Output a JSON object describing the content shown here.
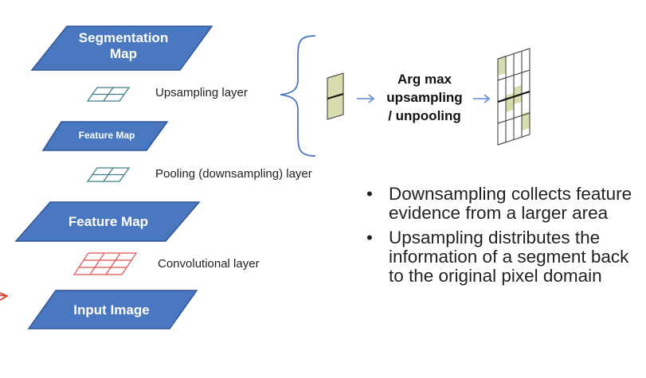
{
  "diagram": {
    "blocks": [
      {
        "id": "segmentation-map",
        "label": "Segmentation Map"
      },
      {
        "id": "feature-map-small",
        "label": "Feature Map"
      },
      {
        "id": "feature-map-large",
        "label": "Feature Map"
      },
      {
        "id": "input-image",
        "label": "Input Image"
      }
    ],
    "layers": [
      {
        "id": "upsampling",
        "label": "Upsampling layer"
      },
      {
        "id": "pooling",
        "label": "Pooling (downsampling) layer"
      },
      {
        "id": "convolutional",
        "label": "Convolutional layer"
      }
    ],
    "argmax_lines": [
      "Arg max",
      "upsampling",
      "/ unpooling"
    ],
    "colors": {
      "block_fill": "#4a78c0",
      "block_stroke": "#2f5597",
      "grid_teal": "#3f7f8a",
      "grid_red": "#e05050",
      "cell_green": "#d9dcae",
      "arrow_blue": "#5b8bd0",
      "annotation_red": "#e03020"
    }
  },
  "bullets": [
    "Downsampling collects feature evidence from a larger area",
    "Upsampling distributes the information of a segment back to the original pixel domain"
  ]
}
